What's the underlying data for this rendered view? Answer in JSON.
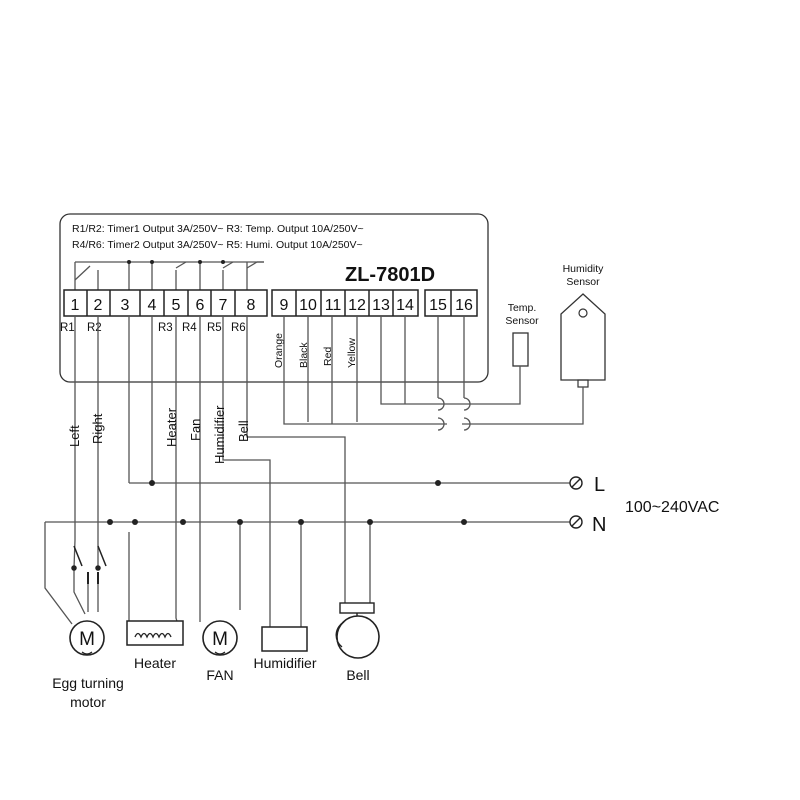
{
  "controller": {
    "notes": [
      "R1/R2: Timer1 Output 3A/250V~ R3: Temp. Output 10A/250V~",
      "R4/R6: Timer2 Output 3A/250V~ R5: Humi. Output 10A/250V~"
    ],
    "model": "ZL-7801D",
    "terminals": [
      "1",
      "2",
      "3",
      "4",
      "5",
      "6",
      "7",
      "8",
      "9",
      "10",
      "11",
      "12",
      "13",
      "14",
      "15",
      "16"
    ],
    "relay_labels": [
      "R1",
      "R2",
      "R3",
      "R4",
      "R5",
      "R6"
    ],
    "wire_colors": [
      "Orange",
      "Black",
      "Red",
      "Yellow"
    ]
  },
  "sensors": {
    "temp": [
      "Temp.",
      "Sensor"
    ],
    "humidity": [
      "Humidity",
      "Sensor"
    ]
  },
  "wire_labels": [
    "Left",
    "Right",
    "Heater",
    "Fan",
    "Humidifier",
    "Bell"
  ],
  "power": {
    "line": "L",
    "neutral": "N",
    "voltage": "100~240VAC"
  },
  "loads": {
    "motor": [
      "Egg turning",
      "motor"
    ],
    "heater": "Heater",
    "fan": "FAN",
    "humidifier": "Humidifier",
    "bell": "Bell"
  },
  "icons": [
    "motor-icon",
    "heater-coil-icon",
    "fan-motor-icon",
    "humidifier-icon",
    "bell-icon",
    "switch-icon",
    "capacitor-icon",
    "terminal-icon"
  ]
}
